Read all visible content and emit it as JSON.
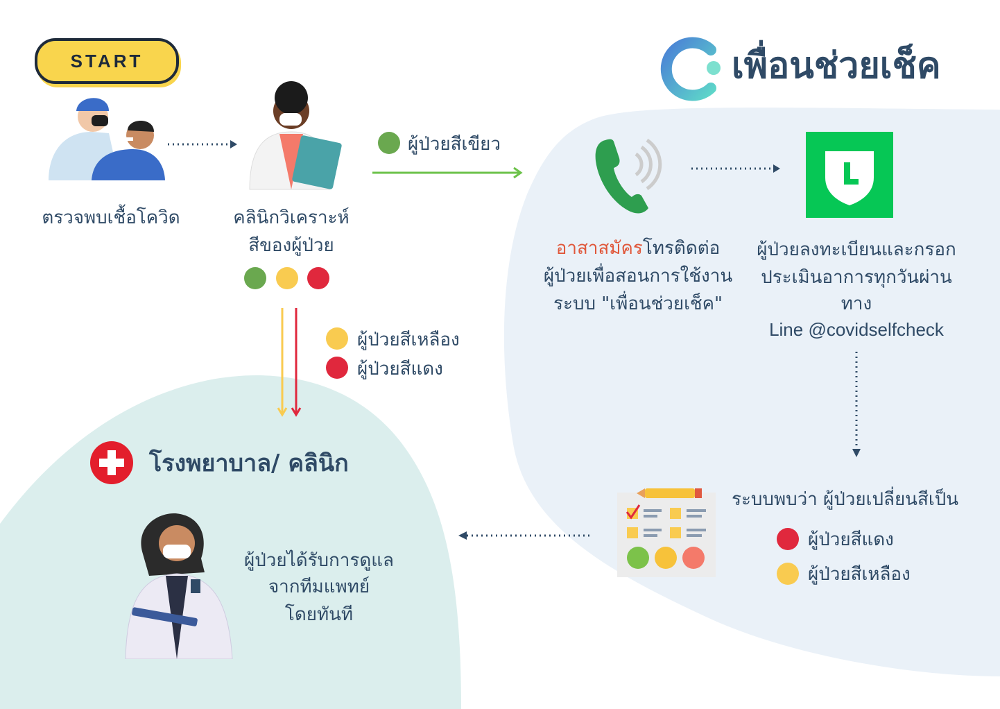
{
  "start": {
    "label": "START"
  },
  "brand": {
    "name": "เพื่อนช่วยเช็ค"
  },
  "steps": {
    "detect": "ตรวจพบเชื้อโควิด",
    "clinic_line1": "คลินิกวิเคราะห์",
    "clinic_line2": "สีของผู้ป่วย",
    "volunteer_highlight": "อาสาสมัคร",
    "volunteer_rest": "โทรติดต่อ",
    "volunteer_line2": "ผู้ป่วยเพื่อสอนการใช้งาน",
    "volunteer_line3": "ระบบ \"เพื่อนช่วยเช็ค\"",
    "register_line1": "ผู้ป่วยลงทะเบียนและกรอก",
    "register_line2": "ประเมินอาการทุกวันผ่าน",
    "register_line3": "ทาง",
    "register_line4": "Line @covidselfcheck",
    "system_found": "ระบบพบว่า ผู้ป่วยเปลี่ยนสีเป็น",
    "hospital": "โรงพยาบาล/ คลินิก",
    "care_line1": "ผู้ป่วยได้รับการดูแล",
    "care_line2": "จากทีมแพทย์",
    "care_line3": "โดยทันที"
  },
  "labels": {
    "green_patient": "ผู้ป่วยสีเขียว",
    "yellow_patient": "ผู้ป่วยสีเหลือง",
    "red_patient": "ผู้ป่วยสีแดง",
    "found_red": "ผู้ป่วยสีแดง",
    "found_yellow": "ผู้ป่วยสีเหลือง"
  },
  "colors": {
    "green": "#6aa84f",
    "yellow": "#f9cb50",
    "red": "#e0283d",
    "text": "#2f4a66",
    "highlight": "#e0573a",
    "blue_region": "#eaf1f8",
    "teal_region": "#dbeeed",
    "line_green": "#06c755"
  },
  "icons": [
    "covid-test-icon",
    "doctor-clipboard-icon",
    "phone-call-icon",
    "line-app-icon",
    "checklist-icon",
    "hospital-cross-icon",
    "doctor-icon",
    "brand-logo-icon"
  ]
}
